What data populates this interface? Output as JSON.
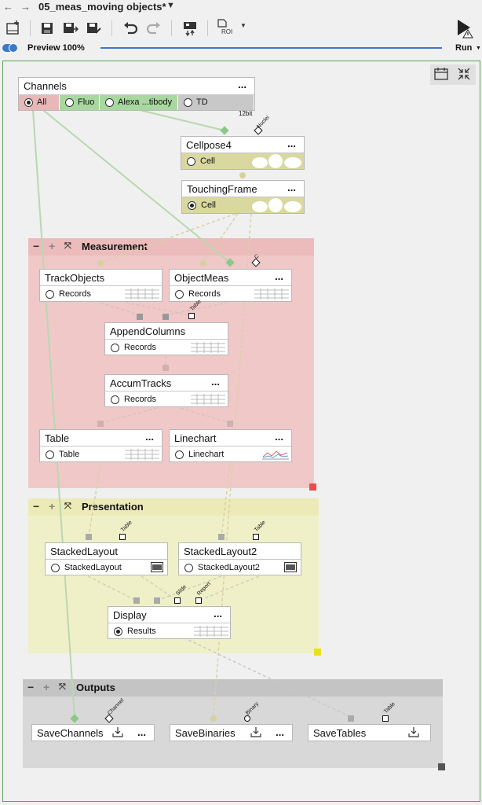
{
  "window": {
    "title": "05_meas_moving objects*"
  },
  "toolbar": {
    "roi_label": "ROI",
    "run_label": "Run",
    "preview_label": "Preview 100%"
  },
  "channels": {
    "title": "Channels",
    "menu": "...",
    "bit_depth": "12bit",
    "channels": [
      {
        "label": "All",
        "color": "#e8b8b8",
        "selected": true
      },
      {
        "label": "Fluo",
        "color": "#a8d8a0",
        "selected": false
      },
      {
        "label": "Alexa ...tibody",
        "color": "#a8d8a0",
        "selected": false
      },
      {
        "label": "TD",
        "color": "#c8c8c8",
        "selected": false
      }
    ]
  },
  "nodes": {
    "cellpose": {
      "title": "Cellpose4",
      "menu": "...",
      "port": "Cell",
      "port_selected": false,
      "input_name": "Nuclei"
    },
    "touching": {
      "title": "TouchingFrame",
      "menu": "...",
      "port": "Cell",
      "port_selected": true
    },
    "trackobjects": {
      "title": "TrackObjects",
      "port": "Records"
    },
    "objectmeas": {
      "title": "ObjectMeas",
      "menu": "...",
      "port": "Records",
      "input_name": "C"
    },
    "appendcolumns": {
      "title": "AppendColumns",
      "port": "Records",
      "input_name": "Table"
    },
    "accumtracks": {
      "title": "AccumTracks",
      "menu": "...",
      "port": "Records"
    },
    "table": {
      "title": "Table",
      "menu": "...",
      "port": "Table"
    },
    "linechart": {
      "title": "Linechart",
      "menu": "...",
      "port": "Linechart"
    },
    "stackedlayout": {
      "title": "StackedLayout",
      "port": "StackedLayout",
      "input_name": "Table"
    },
    "stackedlayout2": {
      "title": "StackedLayout2",
      "port": "StackedLayout2",
      "input_name": "Table"
    },
    "display": {
      "title": "Display",
      "menu": "...",
      "port": "Results",
      "port_selected": true,
      "input_names": [
        "Slide",
        "Report"
      ]
    },
    "savechannels": {
      "title": "SaveChannels",
      "menu": "...",
      "input_name": "Channel"
    },
    "savebinaries": {
      "title": "SaveBinaries",
      "menu": "...",
      "input_name": "Binary"
    },
    "savetables": {
      "title": "SaveTables",
      "input_name": "Table"
    }
  },
  "groups": {
    "measurement": {
      "title": "Measurement",
      "color": "#f0c8c8",
      "head_color": "#ecbcbc"
    },
    "presentation": {
      "title": "Presentation",
      "color": "#f0f0c8",
      "head_color": "#ecebb8"
    },
    "outputs": {
      "title": "Outputs",
      "color": "#d8d8d8",
      "head_color": "#c4c4c4"
    }
  },
  "group_buttons": {
    "collapse": "−",
    "expand": "+"
  }
}
